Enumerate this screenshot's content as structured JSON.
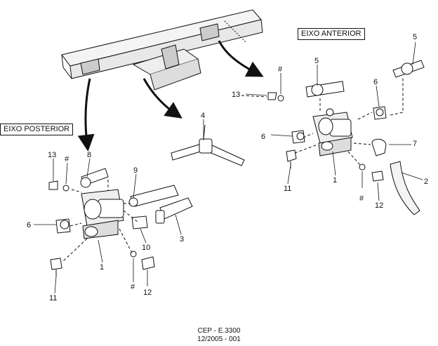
{
  "sections": {
    "front_axle": "EIXO ANTERIOR",
    "rear_axle": "EIXO POSTERIOR"
  },
  "front_callouts": [
    "5",
    "5",
    "#",
    "13",
    "6",
    "6",
    "7",
    "4",
    "1",
    "2",
    "11",
    "#",
    "12"
  ],
  "rear_callouts": [
    "13",
    "#",
    "8",
    "9",
    "6",
    "10",
    "3",
    "1",
    "11",
    "#",
    "12"
  ],
  "footer": {
    "line1": "CEP - E.3300",
    "line2": "12/2005 - 001"
  },
  "colors": {
    "ink": "#111111",
    "background": "#ffffff"
  }
}
